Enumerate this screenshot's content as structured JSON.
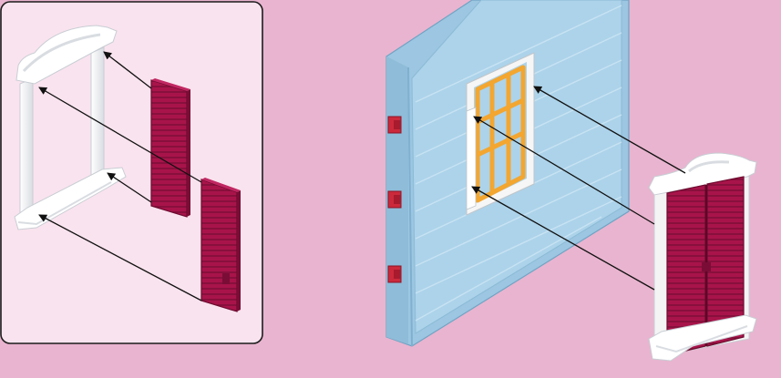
{
  "image": {
    "kind": "assembly-instruction-illustration",
    "colors": {
      "background": "#e9b4cf",
      "inset_panel": "#f9e3ee",
      "inset_border": "#1c1c1c",
      "wall_face": "#acd3ea",
      "wall_edge": "#8fbcd8",
      "wall_frame": "#9cc6e1",
      "plank_line": "#c7e2f2",
      "window_frame": "#f6f6f6",
      "window_mullion": "#f3a630",
      "shutter": "#a8144a",
      "shutter_slat": "#7a0d35",
      "clip": "#cc2a3c",
      "arrow": "#111111"
    },
    "inset": {
      "parts": [
        "window-frame",
        "shutter-left",
        "shutter-right"
      ],
      "arrows": 4
    },
    "main": {
      "parts": [
        "wall-panel",
        "window-opening",
        "shutter-window-assembly"
      ],
      "clips": 3,
      "arrows": 3
    }
  }
}
